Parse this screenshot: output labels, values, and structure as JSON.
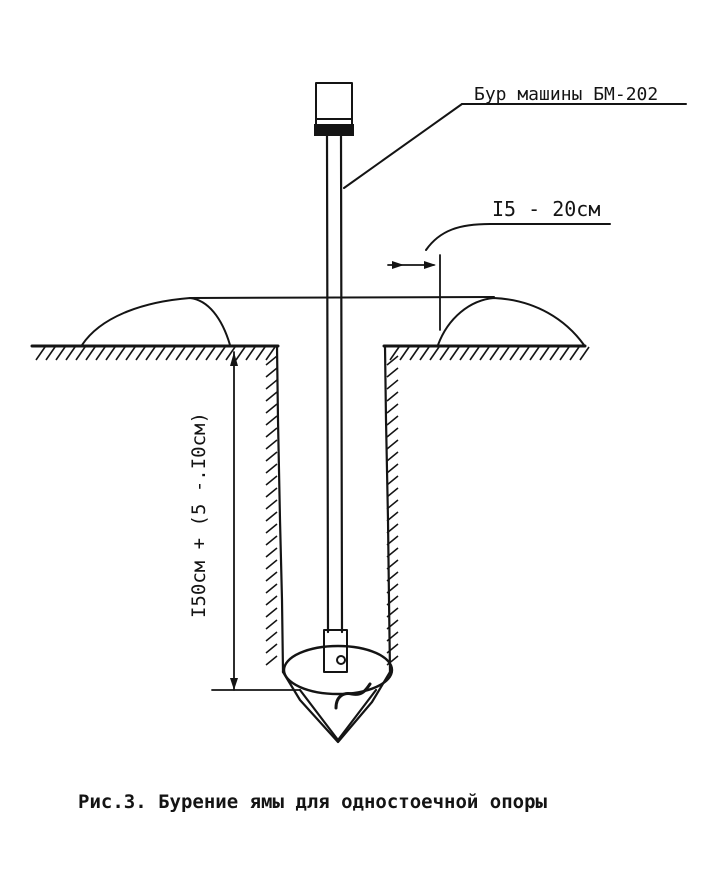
{
  "diagram": {
    "auger_label": "Бур машины БМ-202",
    "clearance_label": "I5 - 20см",
    "depth_label": "I50см + (5 -.I0см)",
    "caption": "Рис.3. Бурение ямы для одностоечной опоры"
  },
  "colors": {
    "ink": "#141414",
    "background": "#ffffff"
  }
}
